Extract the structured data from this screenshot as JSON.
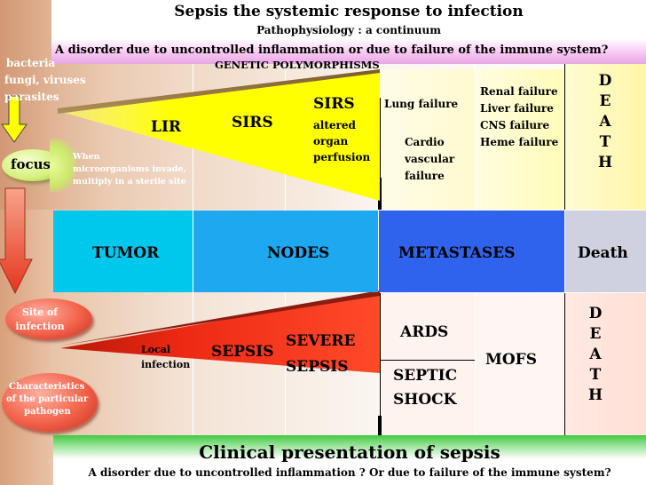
{
  "header": {
    "title": "Sepsis the systemic response to infection",
    "subtitle": "Pathophysiology : a continuum",
    "question": "A disorder due to uncontrolled inflammation or due to failure of the immune system?",
    "genetic": "GENETIC POLYMORPHISMS"
  },
  "left": {
    "bacteria": "bacteria",
    "fungi": "fungi, viruses",
    "parasites": "parasites",
    "focus": "focus",
    "site1": "Site of",
    "site2": "infection",
    "char1": "Characteristics",
    "char2": "of the particular",
    "char3": "pathogen"
  },
  "upper": {
    "when1": "When",
    "when2": "microorganisms invade,",
    "when3": "multiply in a sterile site",
    "lir": "LIR",
    "sirs": "SIRS",
    "sirs2": "SIRS",
    "altered": "altered",
    "organ": "organ",
    "perfusion": "perfusion",
    "lung": "Lung failure",
    "cardio1": "Cardio",
    "cardio2": "vascular",
    "cardio3": "failure",
    "renal": "Renal failure",
    "liver": "Liver failure",
    "cns": "CNS failure",
    "heme": "Heme failure",
    "death_letters": [
      "D",
      "E",
      "A",
      "T",
      "H"
    ]
  },
  "middle": {
    "tumor": "TUMOR",
    "nodes": "NODES",
    "metastases": "METASTASES",
    "death": "Death"
  },
  "lower": {
    "local1": "Local",
    "local2": "infection",
    "sepsis": "SEPSIS",
    "severe1": "SEVERE",
    "severe2": "SEPSIS",
    "ards": "ARDS",
    "septic1": "SEPTIC",
    "septic2": "SHOCK",
    "mofs": "MOFS",
    "death_letters": [
      "D",
      "E",
      "A",
      "T",
      "H"
    ]
  },
  "footer": {
    "title": "Clinical presentation of sepsis",
    "question": "A disorder due to uncontrolled inflammation ? Or due to failure of the immune system?"
  },
  "colors": {
    "tumor": "#00c8ec",
    "nodes": "#1ea8f0",
    "metastases": "#2f63ee",
    "death_band": "#cfd0e0",
    "upper_wedge": "#ffff00",
    "lower_wedge": "#ee2211"
  }
}
